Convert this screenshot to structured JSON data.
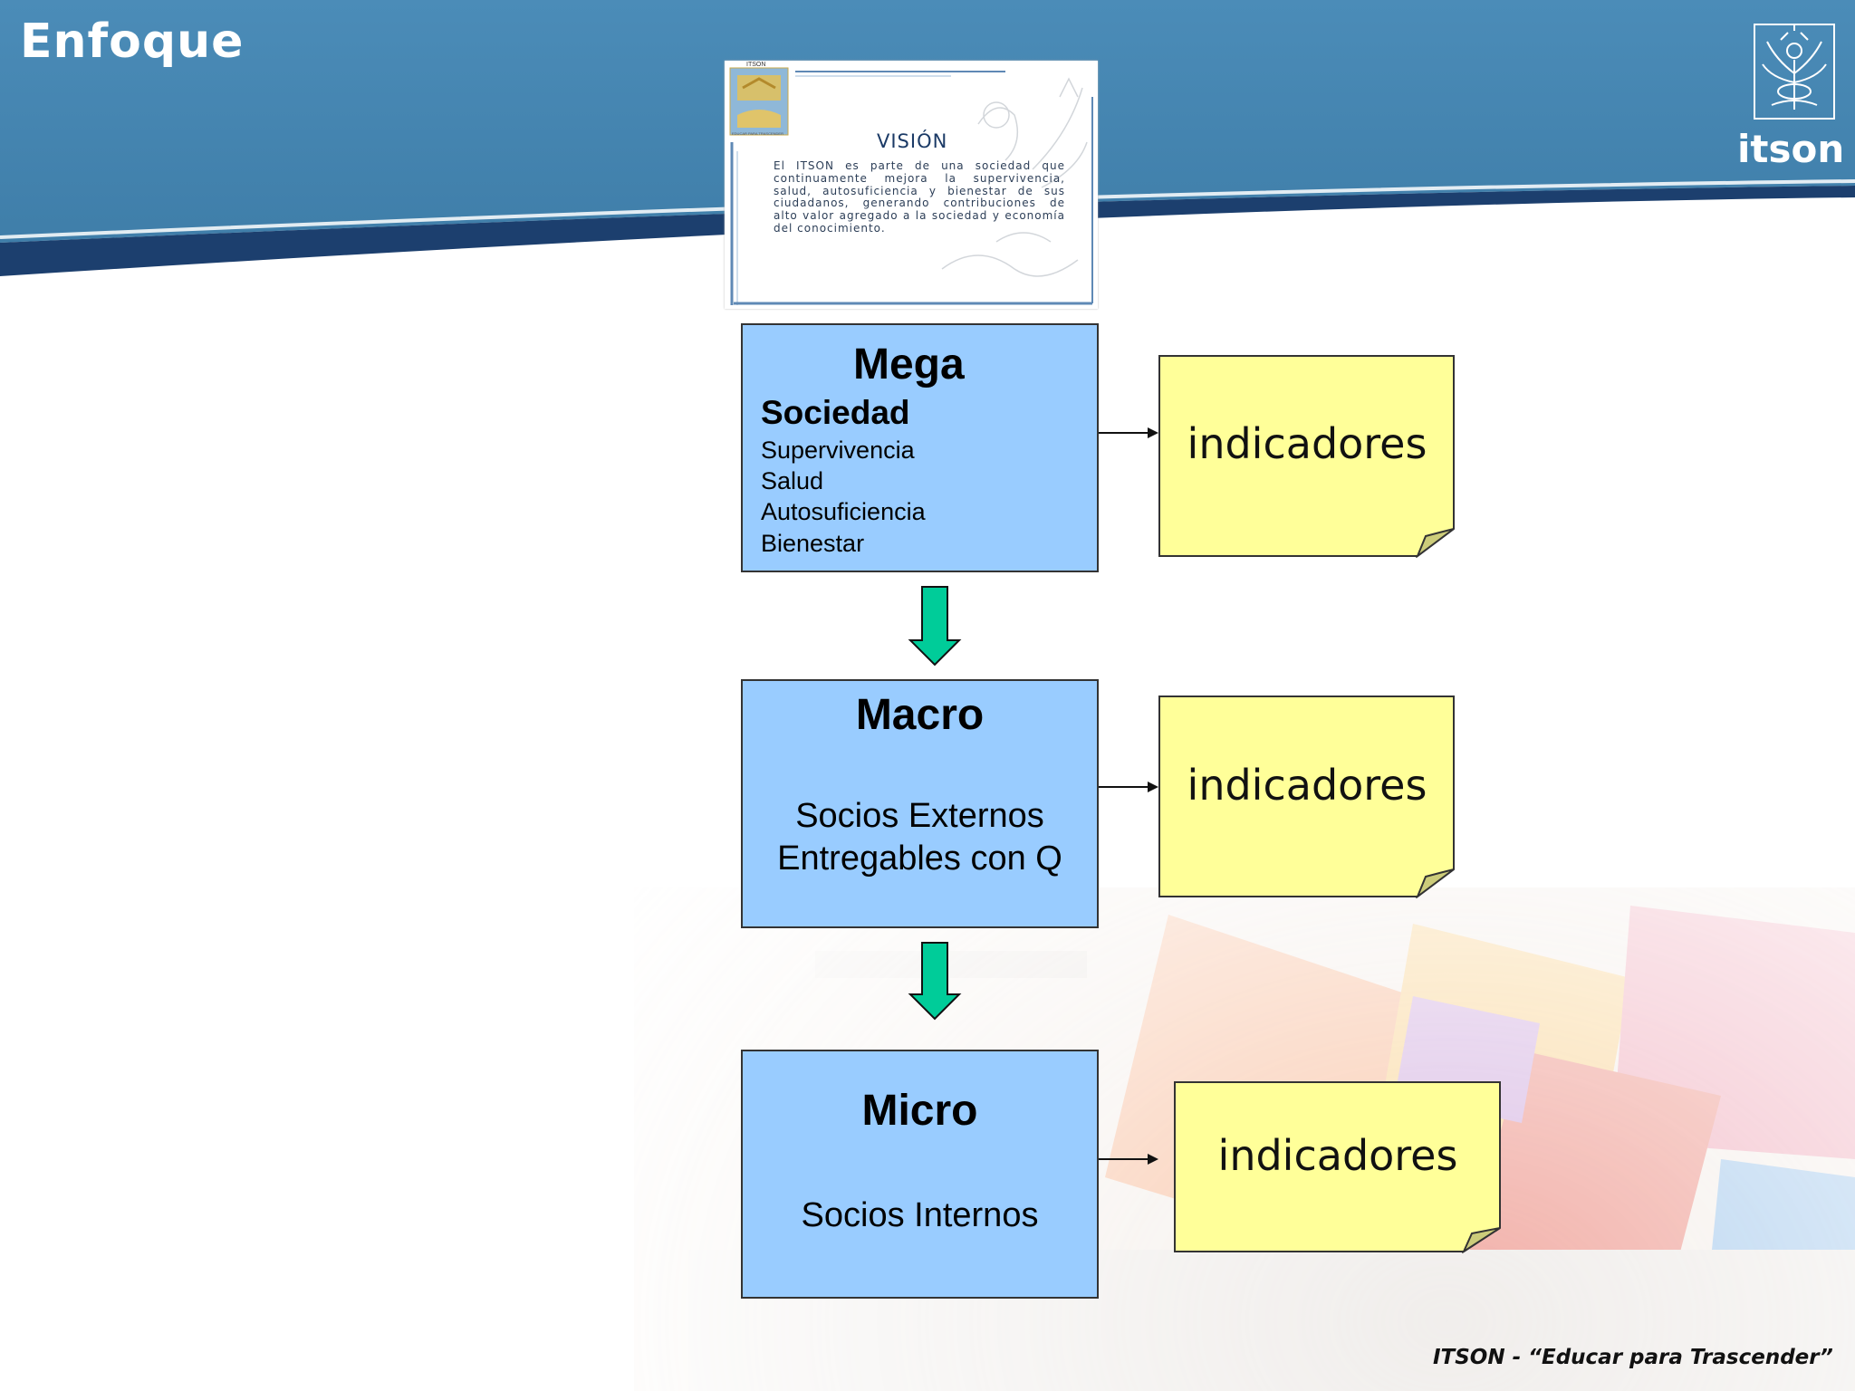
{
  "slide": {
    "title": "Enfoque",
    "footer": "ITSON - “Educar para Trascender”"
  },
  "logo": {
    "name": "itson",
    "icon": "itson-crest-icon"
  },
  "vision_card": {
    "org": "ITSON",
    "motto": "EDUCAR PARA TRASCENDER",
    "title": "VISIÓN",
    "text": "El ITSON es parte de una sociedad que continuamente mejora la supervivencia, salud, autosuficiencia y bienestar de sus ciudadanos, generando contribuciones de alto valor agregado a la sociedad y economía del conocimiento."
  },
  "levels": {
    "mega": {
      "title": "Mega",
      "subtitle": "Sociedad",
      "items": [
        "Supervivencia",
        "Salud",
        "Autosuficiencia",
        "Bienestar"
      ]
    },
    "macro": {
      "title": "Macro",
      "lines": [
        "Socios Externos",
        "Entregables con Q"
      ]
    },
    "micro": {
      "title": "Micro",
      "lines": [
        "Socios Internos"
      ]
    }
  },
  "notes": {
    "mega": "indicadores",
    "macro": "indicadores",
    "micro": "indicadores"
  },
  "colors": {
    "header": "#4a8ab5",
    "box_fill": "#99ccff",
    "note_fill": "#ffff99",
    "down_arrow": "#00cc99"
  }
}
